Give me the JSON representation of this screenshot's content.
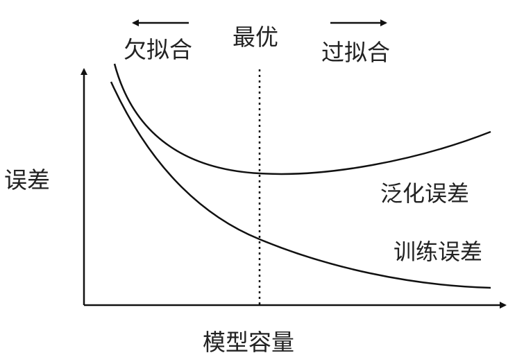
{
  "regimes": {
    "underfit": "欠拟合",
    "optimal": "最优",
    "overfit": "过拟合"
  },
  "axes": {
    "y_label": "误差",
    "x_label": "模型容量"
  },
  "curves": {
    "generalization_label": "泛化误差",
    "training_label": "训练误差"
  },
  "colors": {
    "stroke": "#111111",
    "text": "#222222",
    "background": "#ffffff"
  }
}
